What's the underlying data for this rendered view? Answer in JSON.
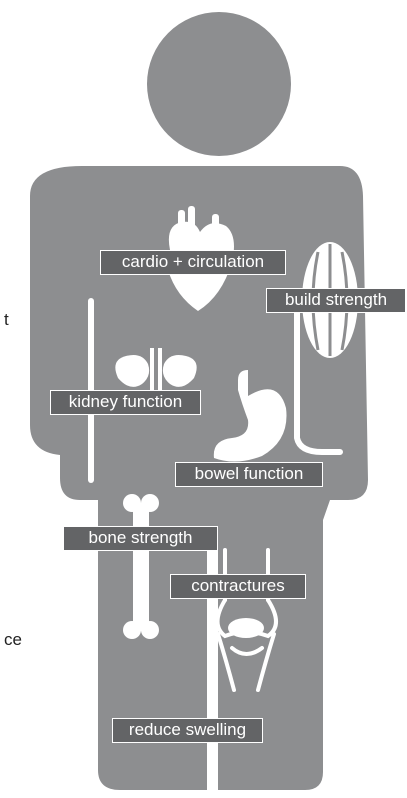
{
  "colors": {
    "body": "#8d8e90",
    "label_bg": "#636466",
    "label_border": "#ffffff",
    "organ": "#ffffff",
    "text_dark": "#222222"
  },
  "edge_fragments": {
    "upper": "t",
    "lower": "ce"
  },
  "labels": {
    "cardio": "cardio + circulation",
    "strength": "build strength",
    "kidney": "kidney function",
    "bowel": "bowel function",
    "bone": "bone strength",
    "contractures": "contractures",
    "swelling": "reduce swelling"
  },
  "icons": [
    "heart-icon",
    "muscle-icon",
    "kidney-icon",
    "stomach-icon",
    "bone-icon",
    "knee-joint-icon"
  ]
}
